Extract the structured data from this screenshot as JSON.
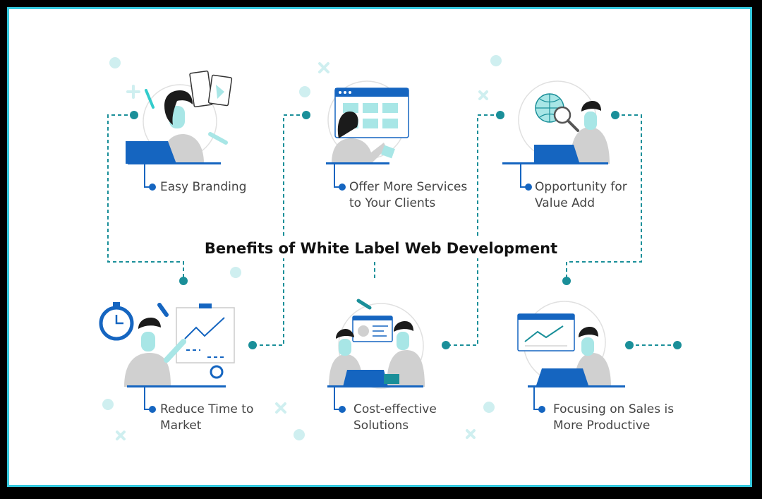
{
  "title": "Benefits of White Label Web Development",
  "benefits": [
    {
      "lines": [
        "Easy Branding"
      ]
    },
    {
      "lines": [
        "Offer More Services",
        "to Your Clients"
      ]
    },
    {
      "lines": [
        "Opportunity for",
        "Value Add"
      ]
    },
    {
      "lines": [
        "Reduce Time to",
        "Market"
      ]
    },
    {
      "lines": [
        "Cost-effective",
        "Solutions"
      ]
    },
    {
      "lines": [
        "Focusing on Sales is",
        "More Productive"
      ]
    }
  ],
  "colors": {
    "accent": "#1565c0",
    "teal": "#1a8f99",
    "mint": "#a8e6e6",
    "gray": "#bdbdbd",
    "frame": "#35c9de"
  },
  "icons": [
    "person-laptop-icon",
    "person-board-icon",
    "globe-search-icon",
    "clock-chart-icon",
    "meeting-icon",
    "sales-chart-icon"
  ]
}
